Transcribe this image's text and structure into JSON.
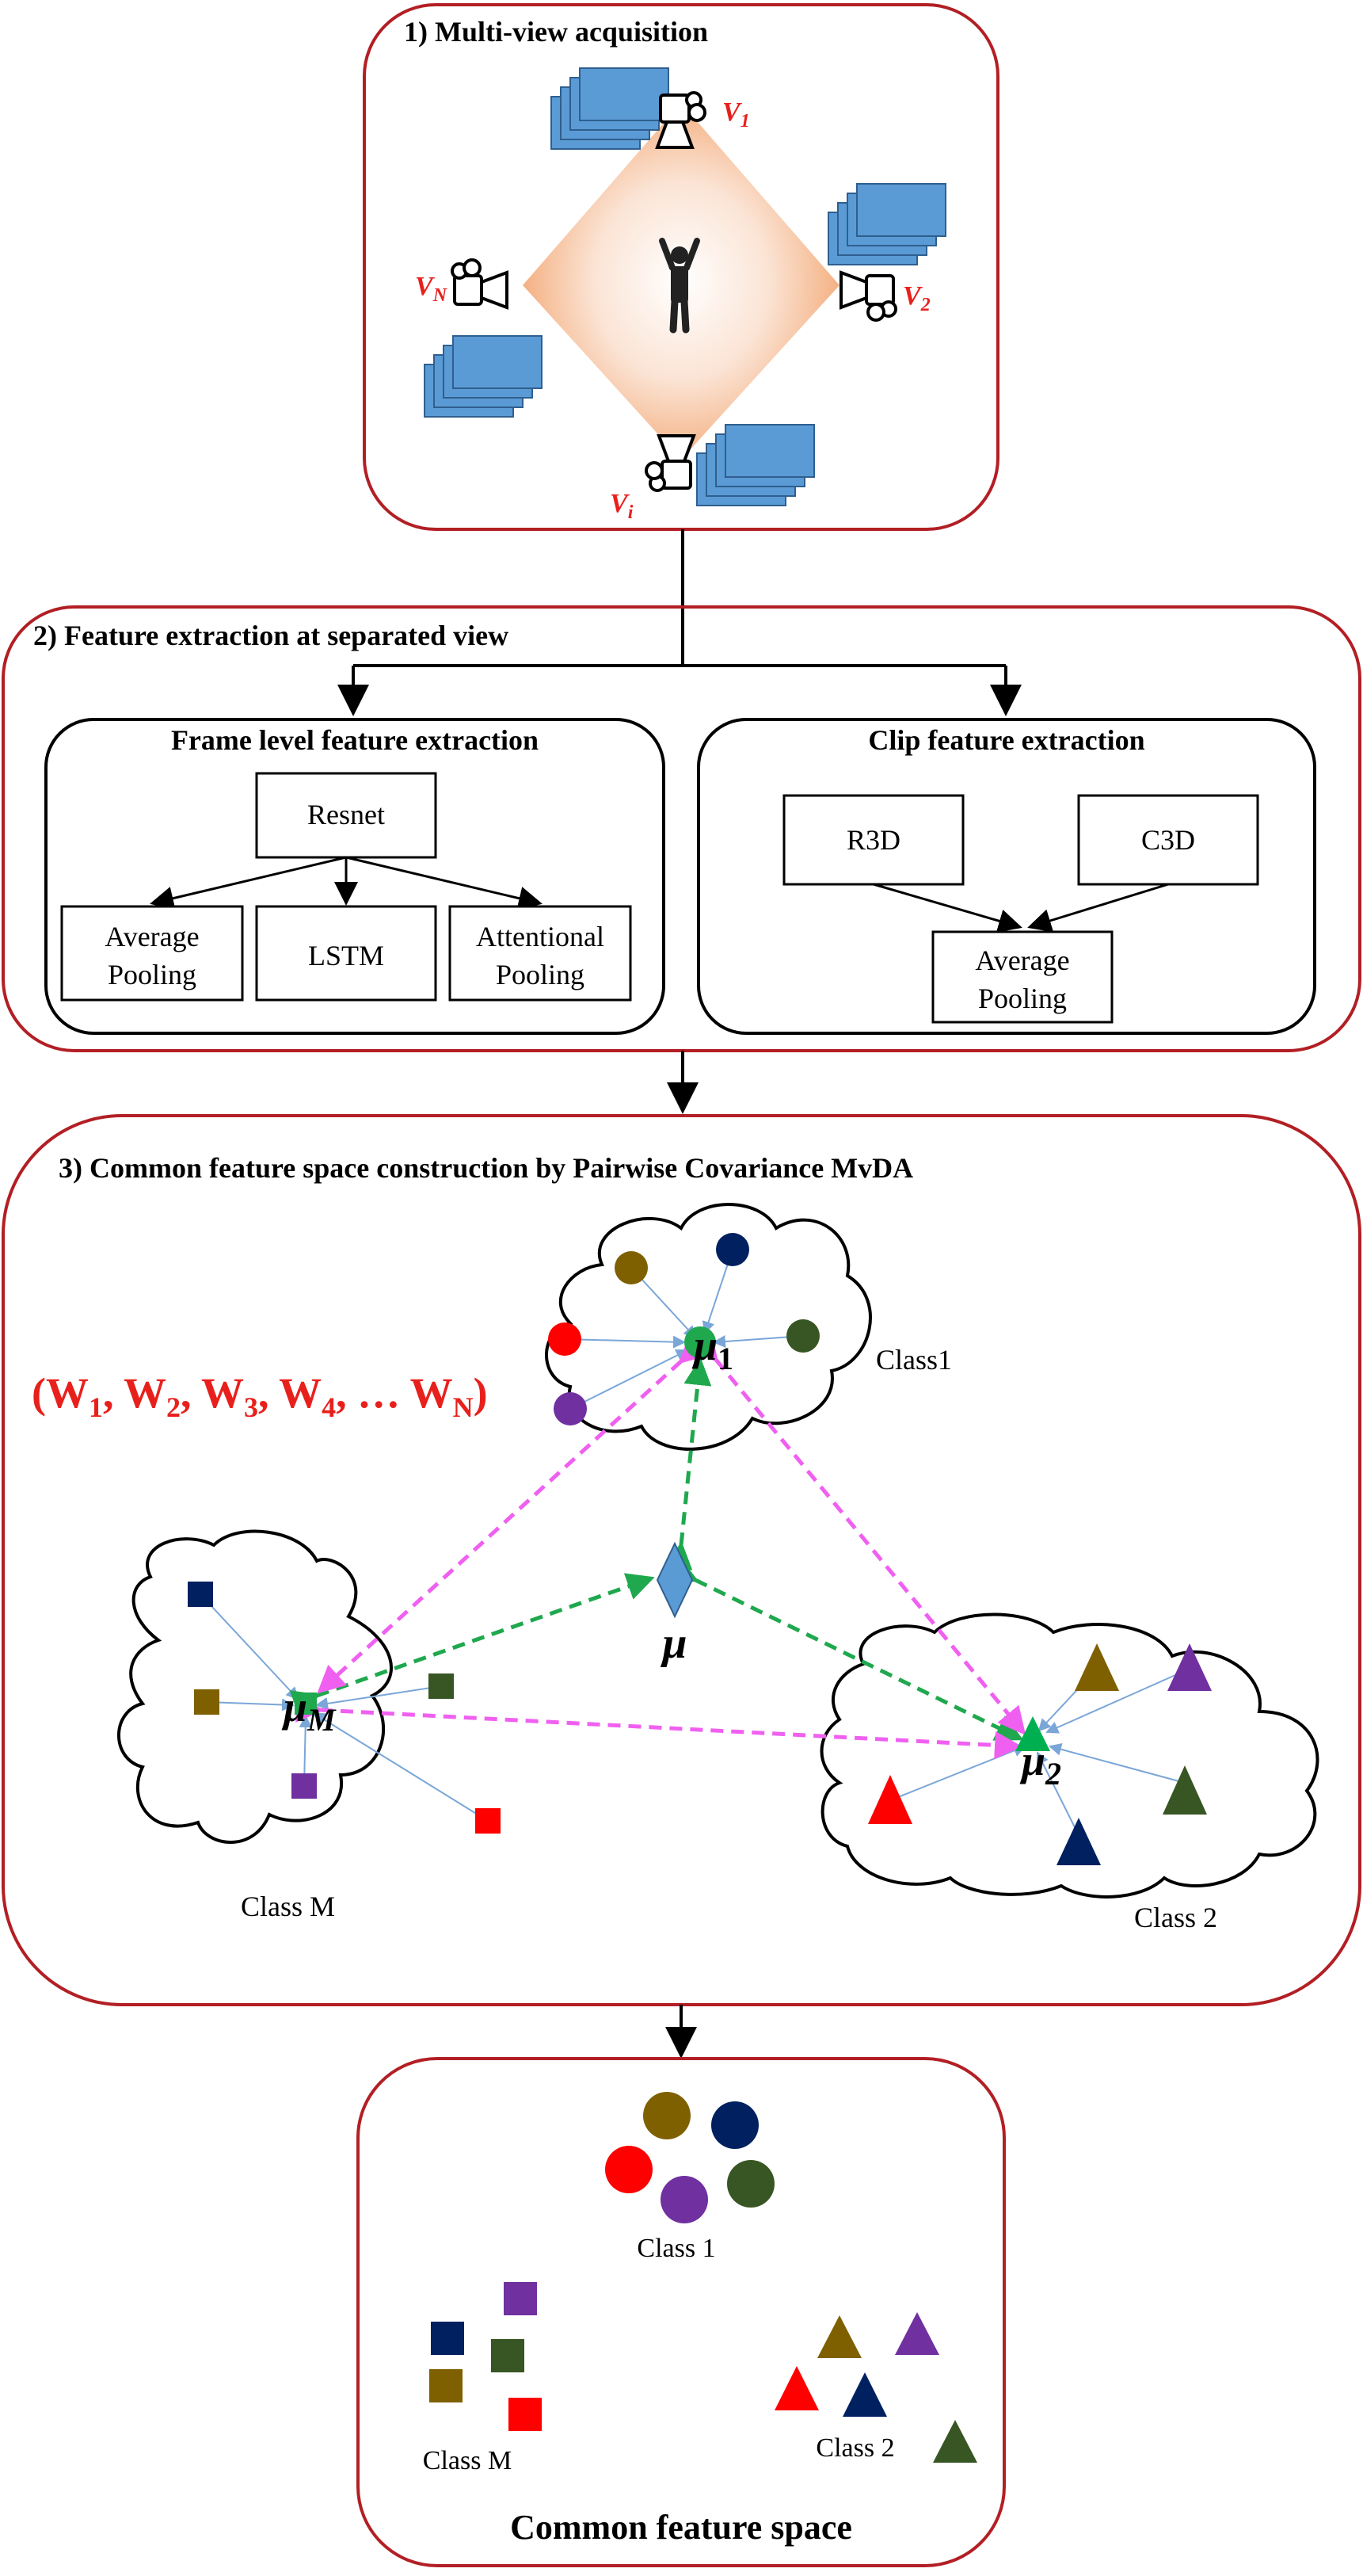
{
  "colors": {
    "frame_red": "#b21f24",
    "label_red": "#e8201c",
    "arrow_green": "#1fa84e",
    "arrow_magenta": "#f060f0",
    "thin_blue": "#7aa6d8",
    "stack_blue": "#5b9bd5",
    "stack_edge": "#2f5f8f",
    "diamond_blue": "#5b9bd5",
    "olive": "#7f6000",
    "navy": "#002060",
    "red": "#ff0000",
    "purple": "#7030a0",
    "dark_green": "#375623",
    "tri_green": "#00b050"
  },
  "section1": {
    "title": "1)  Multi-view acquisition",
    "views": {
      "v1": "V",
      "v1_sub": "1",
      "v2": "V",
      "v2_sub": "2",
      "vn": "V",
      "vn_sub": "N",
      "vi": "V",
      "vi_sub": "i"
    },
    "icons": [
      "camera-icon",
      "person-icon",
      "frame-stack-icon"
    ]
  },
  "section2": {
    "title": "2) Feature extraction at separated view",
    "frame_panel": {
      "title": "Frame level feature extraction",
      "backbone": "Resnet",
      "heads": [
        {
          "line1": "Average",
          "line2": "Pooling"
        },
        {
          "line1": "LSTM",
          "line2": ""
        },
        {
          "line1": "Attentional",
          "line2": "Pooling"
        }
      ]
    },
    "clip_panel": {
      "title": "Clip feature extraction",
      "backbones": [
        "R3D",
        "C3D"
      ],
      "pool": {
        "line1": "Average",
        "line2": "Pooling"
      }
    }
  },
  "section3": {
    "title": "3) Common feature space construction by Pairwise Covariance MvDA",
    "weights": {
      "open": "(",
      "items": [
        {
          "w": "W",
          "s": "1"
        },
        {
          "w": "W",
          "s": "2"
        },
        {
          "w": "W",
          "s": "3"
        },
        {
          "w": "W",
          "s": "4"
        },
        {
          "w": "… W",
          "s": "N"
        }
      ],
      "close": ")"
    },
    "global_mean": "μ",
    "class1": {
      "label": "Class1",
      "mean": "μ",
      "mean_sub": "1"
    },
    "class2": {
      "label": "Class 2",
      "mean": "μ",
      "mean_sub": "2"
    },
    "classM": {
      "label": "Class M",
      "mean": "μ",
      "mean_sub": "M"
    }
  },
  "section4": {
    "title": "Common feature space",
    "class1_label": "Class 1",
    "classM_label": "Class M",
    "class2_label": "Class 2"
  }
}
